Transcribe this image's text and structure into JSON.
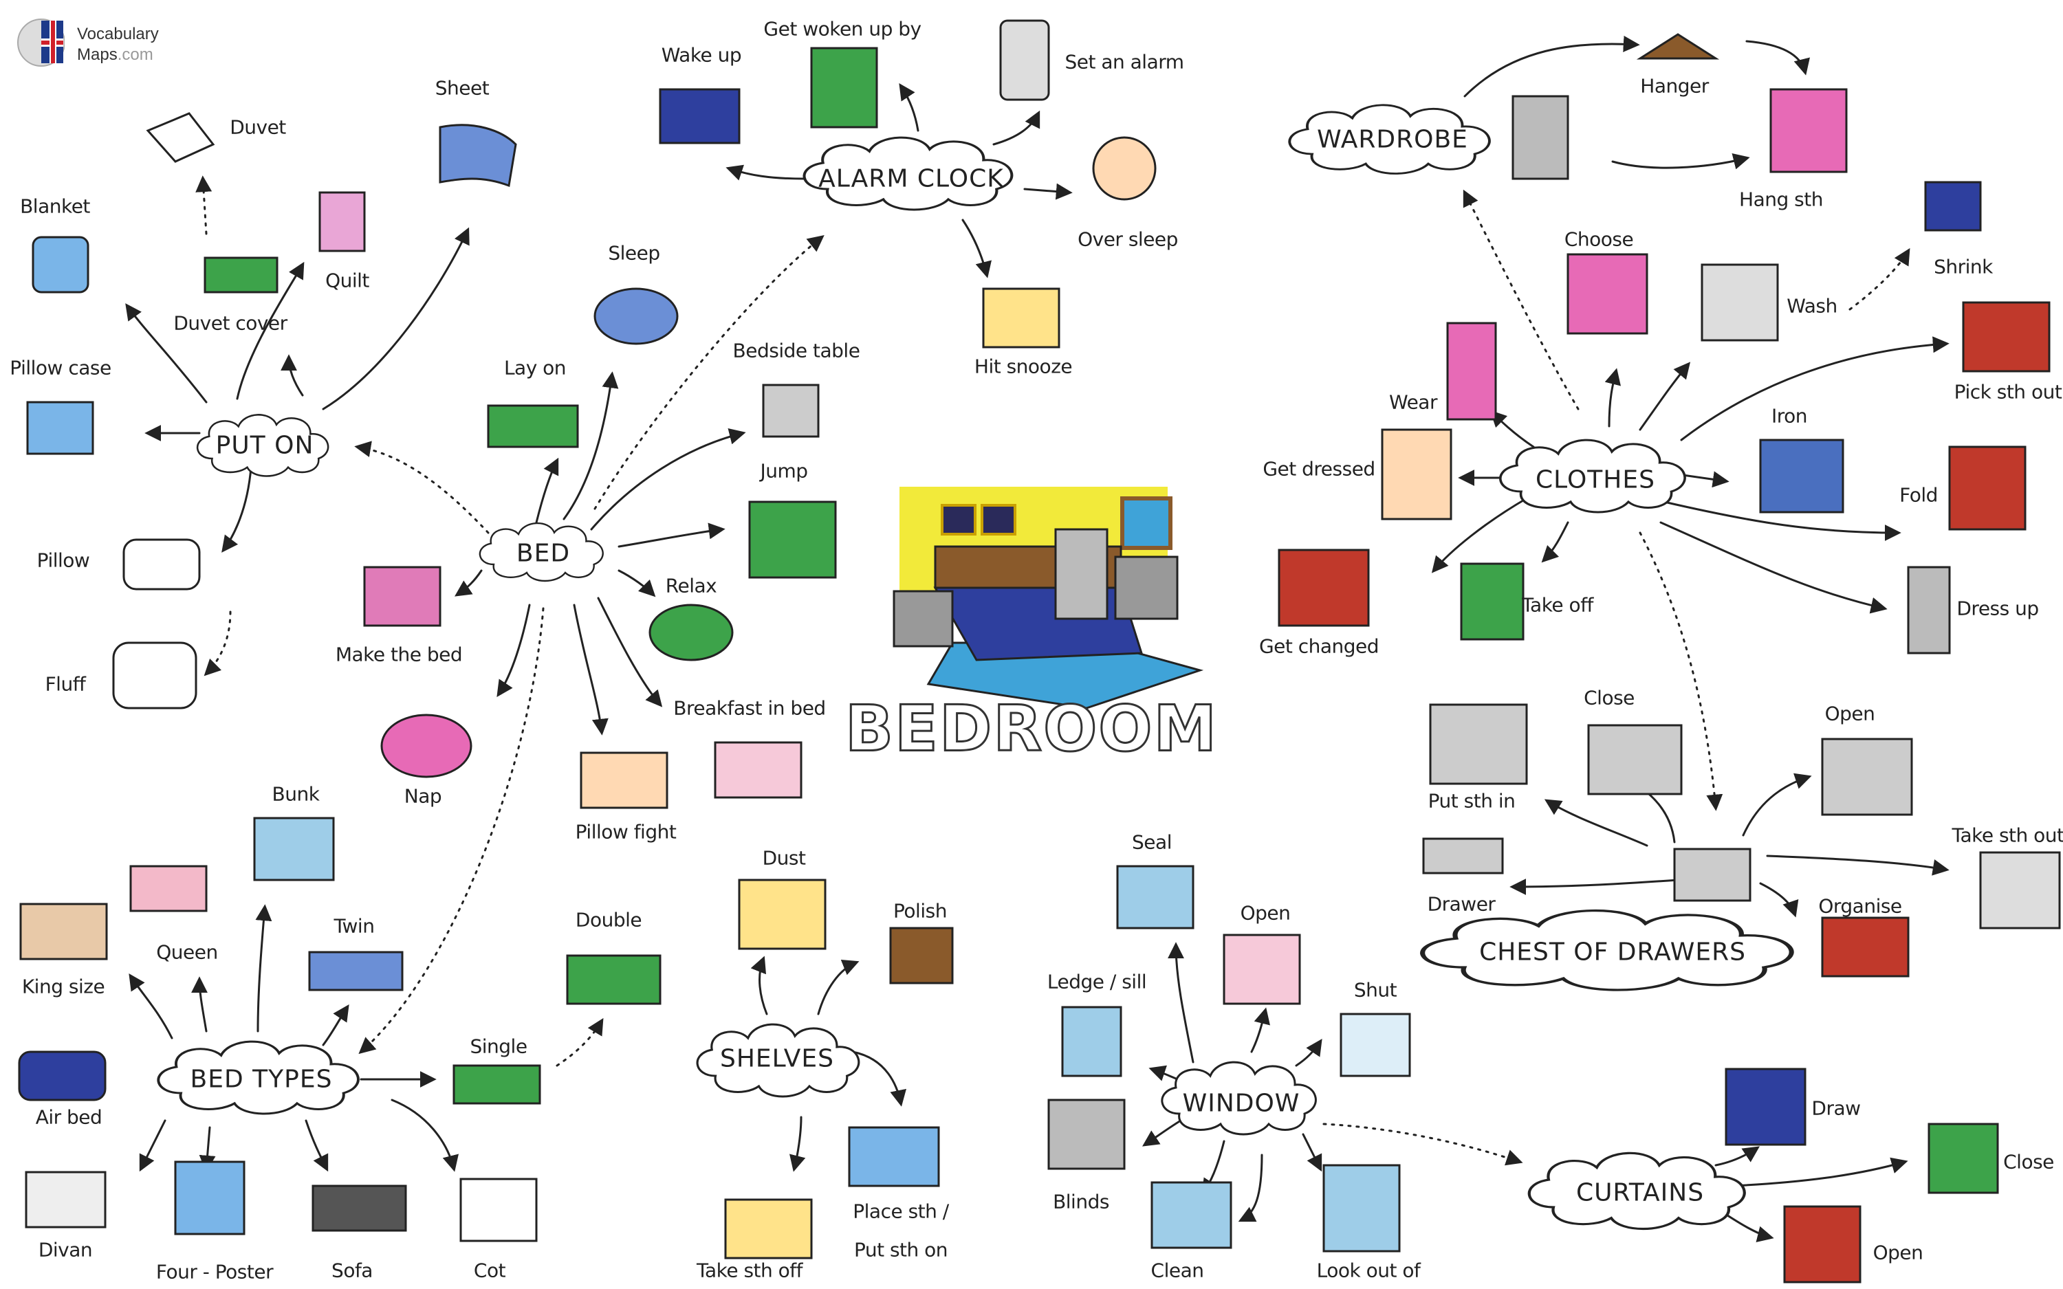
{
  "logo": {
    "name_line1": "Vocabulary",
    "name_line2a": "Maps",
    "name_line2b": ".com"
  },
  "title": "BEDROOM",
  "hubs": {
    "put_on": "PUT ON",
    "bed": "BED",
    "alarm_clock": "ALARM CLOCK",
    "bed_types": "BED TYPES",
    "shelves": "SHELVES",
    "window": "WINDOW",
    "wardrobe": "WARDROBE",
    "clothes": "CLOTHES",
    "chest_of_drawers": "CHEST OF DRAWERS",
    "curtains": "CURTAINS"
  },
  "labels": {
    "sheet": "Sheet",
    "duvet": "Duvet",
    "blanket": "Blanket",
    "quilt": "Quilt",
    "duvet_cover": "Duvet cover",
    "pillow_case": "Pillow case",
    "pillow": "Pillow",
    "fluff": "Fluff",
    "wake_up": "Wake up",
    "get_woken_up_by": "Get woken up by",
    "set_an_alarm": "Set an alarm",
    "oversleep": "Over sleep",
    "hit_snooze": "Hit snooze",
    "sleep": "Sleep",
    "lay_on": "Lay on",
    "bedside_table": "Bedside table",
    "jump": "Jump",
    "relax": "Relax",
    "make_the_bed": "Make the bed",
    "nap": "Nap",
    "pillow_fight": "Pillow fight",
    "breakfast_in_bed": "Breakfast in bed",
    "bunk": "Bunk",
    "queen": "Queen",
    "king_size": "King size",
    "twin": "Twin",
    "air_bed": "Air bed",
    "divan": "Divan",
    "four_poster": "Four - Poster",
    "sofa": "Sofa",
    "cot": "Cot",
    "single": "Single",
    "double": "Double",
    "dust": "Dust",
    "polish": "Polish",
    "take_sth_off": "Take sth off",
    "place_sth_1": "Place sth /",
    "place_sth_2": "Put sth on",
    "seal": "Seal",
    "window_open": "Open",
    "ledge_sill": "Ledge / sill",
    "shut": "Shut",
    "blinds": "Blinds",
    "clean": "Clean",
    "look_out_of": "Look out of",
    "hanger": "Hanger",
    "hang_sth": "Hang sth",
    "shrink": "Shrink",
    "choose": "Choose",
    "wash": "Wash",
    "pick_sth_out": "Pick sth out",
    "wear": "Wear",
    "get_dressed": "Get dressed",
    "iron": "Iron",
    "fold": "Fold",
    "take_off": "Take off",
    "dress_up": "Dress up",
    "get_changed": "Get changed",
    "put_sth_in": "Put sth in",
    "drawer_close": "Close",
    "drawer_open": "Open",
    "drawer": "Drawer",
    "take_sth_out": "Take sth out",
    "organise": "Organise",
    "draw": "Draw",
    "curtains_close": "Close",
    "curtains_open": "Open"
  },
  "icons": {
    "sheet": "sheet-icon",
    "duvet": "duvet-icon",
    "blanket": "blanket-icon",
    "quilt": "quilt-icon",
    "duvet_cover": "duvet-cover-icon",
    "pillow_case": "pillow-case-icon",
    "pillow": "pillow-icon",
    "fluff": "fluff-pillow-icon",
    "wake_up": "wake-up-icon",
    "get_woken_up_by": "woken-up-icon",
    "set_an_alarm": "phone-alarm-icon",
    "oversleep": "oversleep-icon",
    "hit_snooze": "snooze-icon",
    "sleep": "sleep-icon",
    "lay_on": "lay-on-bed-icon",
    "bedside_table": "bedside-table-icon",
    "jump": "jump-on-bed-icon",
    "relax": "relax-icon",
    "make_the_bed": "make-bed-icon",
    "nap": "nap-icon",
    "pillow_fight": "pillow-fight-icon",
    "breakfast_in_bed": "breakfast-icon",
    "bunk": "bunk-bed-icon",
    "queen": "queen-bed-icon",
    "king_size": "king-bed-icon",
    "twin": "twin-beds-icon",
    "air_bed": "air-bed-icon",
    "divan": "divan-icon",
    "four_poster": "four-poster-icon",
    "sofa": "sofa-bed-icon",
    "cot": "cot-icon",
    "single": "single-bed-icon",
    "double": "double-bed-icon",
    "dust": "dust-icon",
    "polish": "polish-icon",
    "take_sth_off": "take-off-shelf-icon",
    "place_sth": "place-on-shelf-icon",
    "seal": "seal-icon",
    "window_open": "open-window-icon",
    "ledge_sill": "ledge-icon",
    "shut": "shut-window-icon",
    "blinds": "blinds-icon",
    "clean": "clean-window-icon",
    "look_out_of": "look-out-icon",
    "wardrobe": "wardrobe-icon",
    "hanger": "hanger-icon",
    "hang_sth": "hang-clothes-icon",
    "shrink": "shrink-icon",
    "choose": "choose-clothes-icon",
    "wash": "washing-machine-icon",
    "pick_sth_out": "pick-out-icon",
    "wear": "wear-icon",
    "get_dressed": "get-dressed-icon",
    "iron": "iron-icon",
    "fold": "fold-icon",
    "take_off": "take-off-icon",
    "dress_up": "dress-up-icon",
    "get_changed": "get-changed-icon",
    "put_sth_in": "put-in-drawer-icon",
    "drawer_close": "close-drawer-icon",
    "drawer_open": "open-drawer-icon",
    "drawer": "drawer-icon",
    "chest": "chest-of-drawers-icon",
    "take_sth_out": "take-out-icon",
    "organise": "organise-drawer-icon",
    "draw": "draw-curtains-icon",
    "curtains_close": "close-curtains-icon",
    "curtains_open": "open-curtains-icon",
    "bedroom": "bedroom-scene-icon",
    "logo": "brain-flag-logo"
  },
  "colors": {
    "ink": "#222222",
    "wall": "#f2ea3a",
    "bed_blue": "#2e3f9e",
    "wood": "#8a5a2b",
    "rug": "#3fa3d8",
    "flag_red": "#d0202a",
    "flag_blue": "#1d3a8a"
  }
}
